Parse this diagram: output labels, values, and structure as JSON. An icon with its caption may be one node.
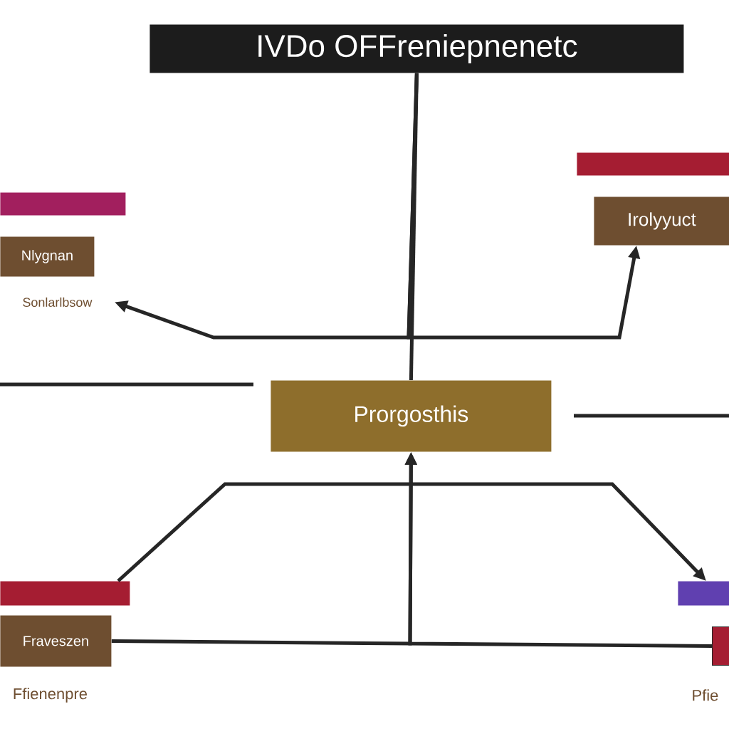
{
  "diagram": {
    "nodes": [
      {
        "text": [
          "IVDo OFFreniepnenetc"
        ]
      },
      {
        "text": [],
        "shape": "bar"
      },
      {
        "text": [
          "Nlygnan"
        ]
      },
      {
        "text": [
          "Sonlarlbsow"
        ]
      },
      {
        "text": [],
        "shape": "bar"
      },
      {
        "text": [
          "Irolyyuct"
        ]
      },
      {
        "text": [
          "Prorgosthis"
        ]
      },
      {
        "text": [],
        "shape": "bar"
      },
      {
        "text": [
          "Fraveszen"
        ]
      },
      {
        "text": [
          "Ffienenpre"
        ]
      },
      {
        "text": [],
        "shape": "bar"
      },
      {
        "text": [],
        "shape": "box"
      },
      {
        "text": [
          "Pfie"
        ]
      }
    ],
    "edges": [
      {
        "from": 0,
        "to": 6,
        "arrow": "none"
      },
      {
        "from": 0,
        "to": 3,
        "arrow": "to"
      },
      {
        "from": 0,
        "to": 5,
        "arrow": "to"
      },
      {
        "from": 7,
        "to": 10,
        "arrow": "to"
      },
      {
        "from": 8,
        "to": 6,
        "arrow": "to"
      },
      {
        "from": 11,
        "to": 6,
        "arrow": "to"
      }
    ]
  }
}
